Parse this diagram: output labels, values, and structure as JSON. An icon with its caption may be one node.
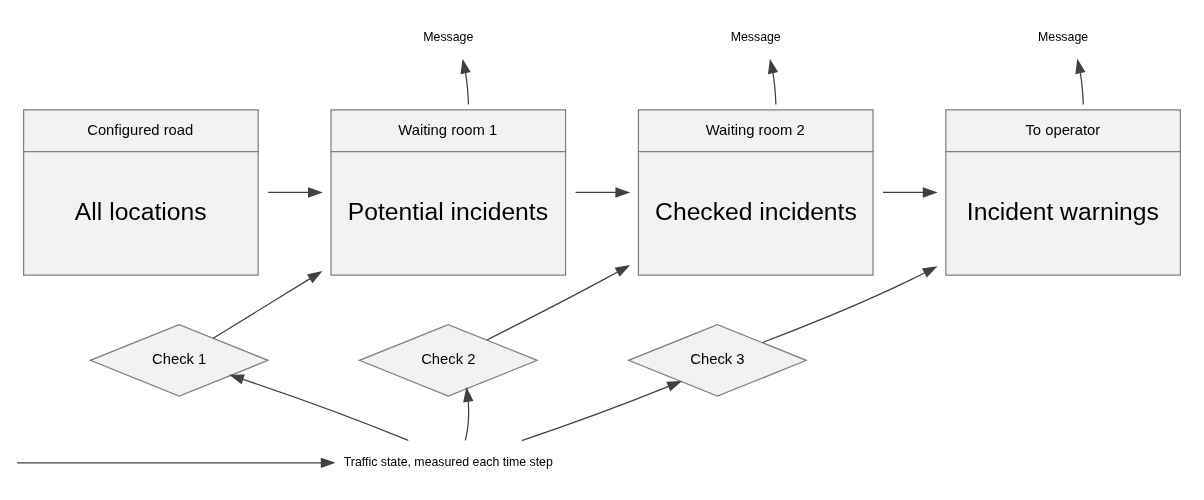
{
  "diagram": {
    "nodes": [
      {
        "text": [
          "Configured road",
          "All locations"
        ]
      },
      {
        "text": [
          "Waiting room 1",
          "Potential incidents"
        ]
      },
      {
        "text": [
          "Waiting room 2",
          "Checked incidents"
        ]
      },
      {
        "text": [
          "To operator",
          "Incident warnings"
        ]
      },
      {
        "text": [
          "Message"
        ]
      },
      {
        "text": [
          "Message"
        ]
      },
      {
        "text": [
          "Message"
        ]
      },
      {
        "text": [
          "Check 1"
        ]
      },
      {
        "text": [
          "Check 2"
        ]
      },
      {
        "text": [
          "Check 3"
        ]
      },
      {
        "text": [
          "Traffic state, measured each time step"
        ]
      }
    ],
    "edges": [
      {
        "from": 0,
        "to": 1,
        "arrow": "to"
      },
      {
        "from": 1,
        "to": 2,
        "arrow": "to"
      },
      {
        "from": 2,
        "to": 3,
        "arrow": "to"
      },
      {
        "from": 1,
        "to": 4,
        "arrow": "to"
      },
      {
        "from": 2,
        "to": 5,
        "arrow": "to"
      },
      {
        "from": 3,
        "to": 6,
        "arrow": "to"
      },
      {
        "from": 7,
        "to": 1,
        "arrow": "to"
      },
      {
        "from": 8,
        "to": 2,
        "arrow": "to"
      },
      {
        "from": 9,
        "to": 3,
        "arrow": "to"
      },
      {
        "from": 10,
        "to": 7,
        "arrow": "to"
      },
      {
        "from": 10,
        "to": 8,
        "arrow": "to"
      },
      {
        "from": 10,
        "to": 9,
        "arrow": "to"
      },
      {
        "from": null,
        "to": 10,
        "arrow": "to"
      }
    ]
  }
}
